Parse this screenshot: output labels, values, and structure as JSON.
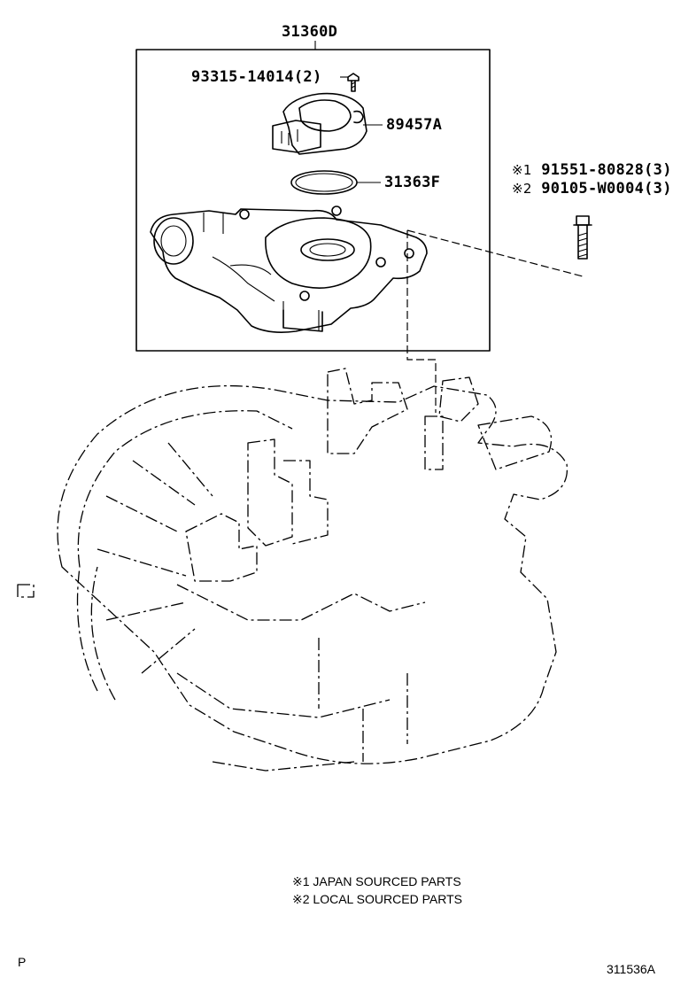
{
  "labels": {
    "assembly": "31360D",
    "screw": "93315-14014(2)",
    "sensor": "89457A",
    "oring": "31363F",
    "bolt_jp_mark": "※1",
    "bolt_jp": "91551-80828(3)",
    "bolt_local_mark": "※2",
    "bolt_local": "90105-W0004(3)"
  },
  "notes": [
    "※1 JAPAN SOURCED PARTS",
    "※2 LOCAL SOURCED PARTS"
  ],
  "corner_letter": "P",
  "figure_code": "311536A"
}
